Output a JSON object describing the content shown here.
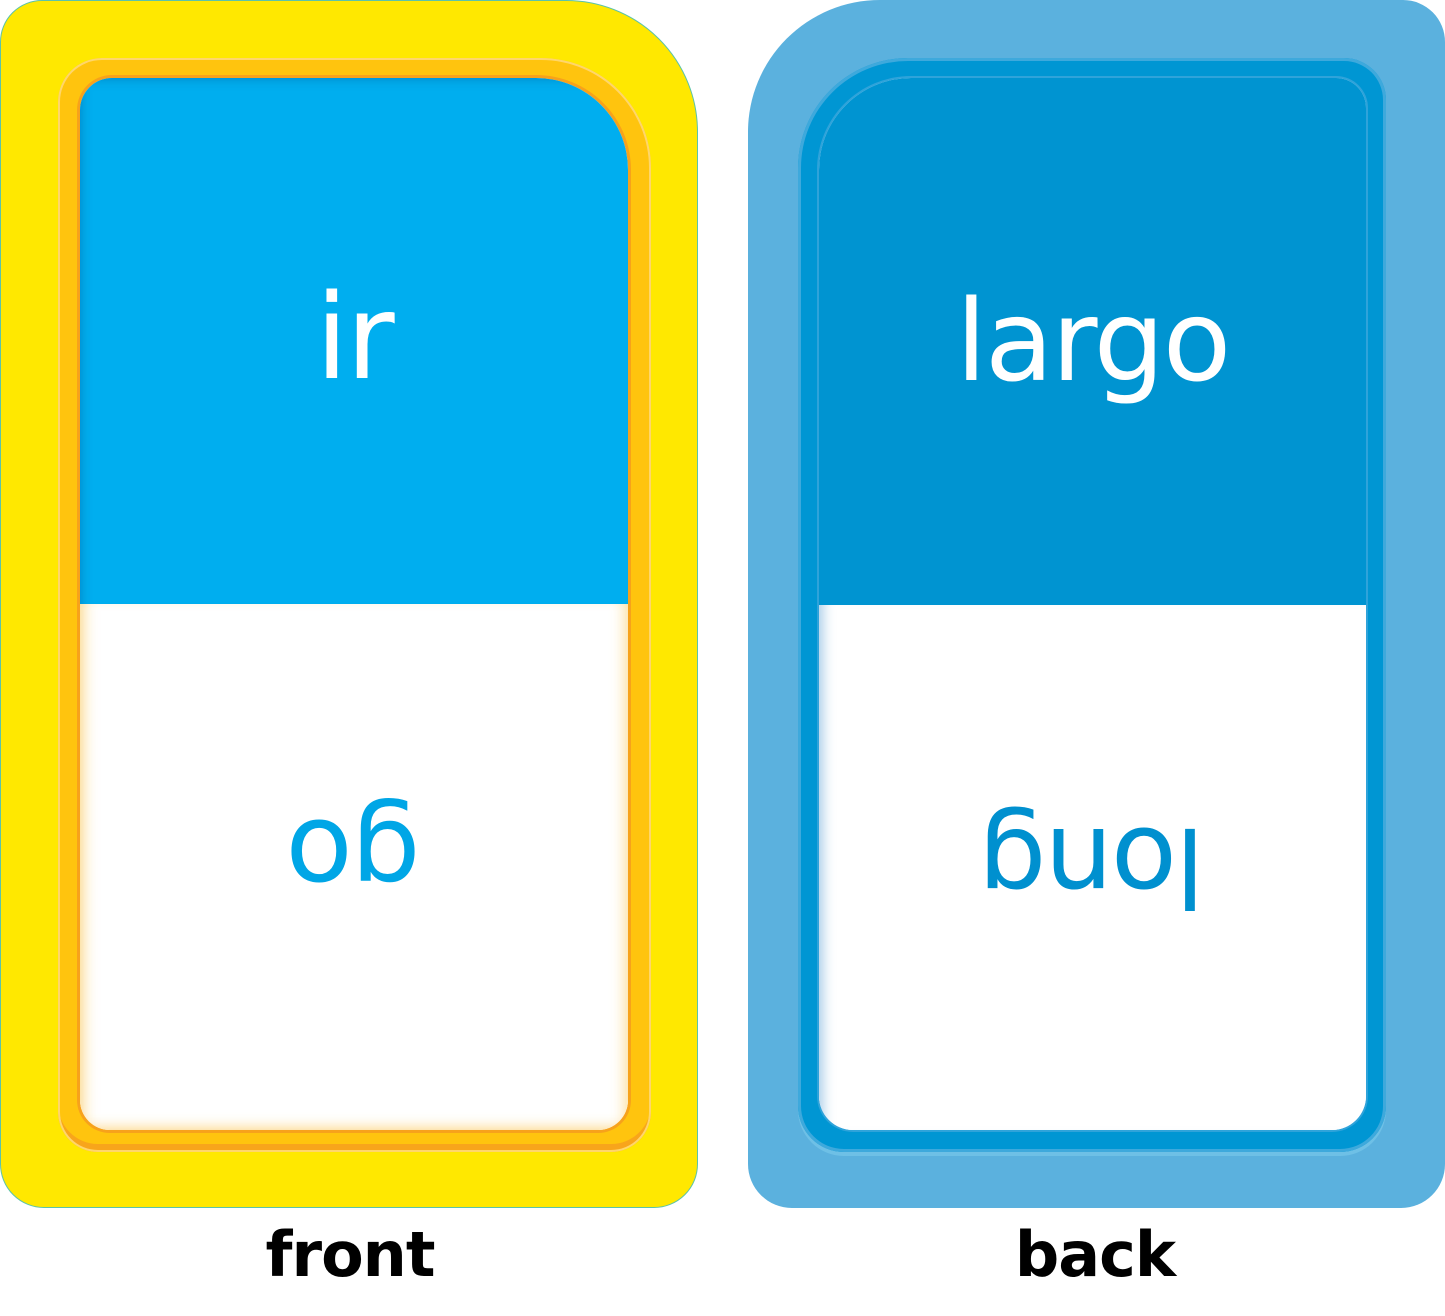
{
  "cards": {
    "front": {
      "top_word": "ir",
      "bottom_word": "go",
      "bottom_word_orientation": "upside-down",
      "label": "front",
      "colors": {
        "border": "#FFE800",
        "frame": "#FFC40E",
        "top_panel": "#00AEEF",
        "bottom_panel": "#FFFFFF",
        "top_text": "#FFFFFF",
        "bottom_text": "#00A6E6"
      }
    },
    "back": {
      "top_word": "largo",
      "bottom_word": "long",
      "bottom_word_orientation": "upside-down",
      "label": "back",
      "colors": {
        "border": "#5BB1DE",
        "frame": "#0096D3",
        "top_panel": "#0094D1",
        "bottom_panel": "#FFFFFF",
        "top_text": "#FFFFFF",
        "bottom_text": "#0090CF"
      }
    }
  }
}
